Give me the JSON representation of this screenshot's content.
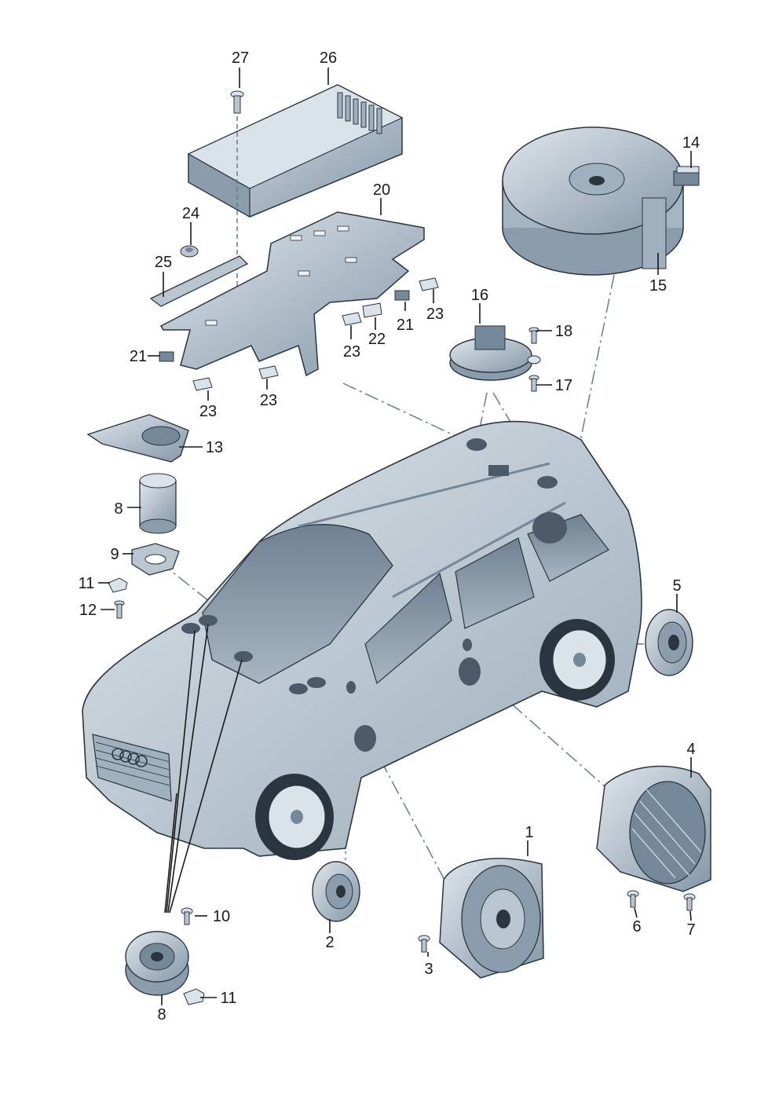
{
  "diagram": {
    "colors": {
      "part_fill": "#b9c5cf",
      "part_dark": "#75889a",
      "part_light": "#dbe3ea",
      "outline": "#2b3540",
      "car_body": "#c2ccd5",
      "glass": "#8e9fad"
    },
    "callouts": [
      {
        "id": "c27",
        "label": "27"
      },
      {
        "id": "c26",
        "label": "26"
      },
      {
        "id": "c14",
        "label": "14"
      },
      {
        "id": "c15",
        "label": "15"
      },
      {
        "id": "c20",
        "label": "20"
      },
      {
        "id": "c24",
        "label": "24"
      },
      {
        "id": "c25",
        "label": "25"
      },
      {
        "id": "c21a",
        "label": "21"
      },
      {
        "id": "c21b",
        "label": "21"
      },
      {
        "id": "c23a",
        "label": "23"
      },
      {
        "id": "c23b",
        "label": "23"
      },
      {
        "id": "c23c",
        "label": "23"
      },
      {
        "id": "c23d",
        "label": "23"
      },
      {
        "id": "c22",
        "label": "22"
      },
      {
        "id": "c16",
        "label": "16"
      },
      {
        "id": "c18",
        "label": "18"
      },
      {
        "id": "c17",
        "label": "17"
      },
      {
        "id": "c13",
        "label": "13"
      },
      {
        "id": "c8a",
        "label": "8"
      },
      {
        "id": "c9",
        "label": "9"
      },
      {
        "id": "c11a",
        "label": "11"
      },
      {
        "id": "c12",
        "label": "12"
      },
      {
        "id": "c5",
        "label": "5"
      },
      {
        "id": "c4",
        "label": "4"
      },
      {
        "id": "c1",
        "label": "1"
      },
      {
        "id": "c2",
        "label": "2"
      },
      {
        "id": "c3",
        "label": "3"
      },
      {
        "id": "c6",
        "label": "6"
      },
      {
        "id": "c7",
        "label": "7"
      },
      {
        "id": "c10",
        "label": "10"
      },
      {
        "id": "c11b",
        "label": "11"
      },
      {
        "id": "c8b",
        "label": "8"
      }
    ]
  }
}
